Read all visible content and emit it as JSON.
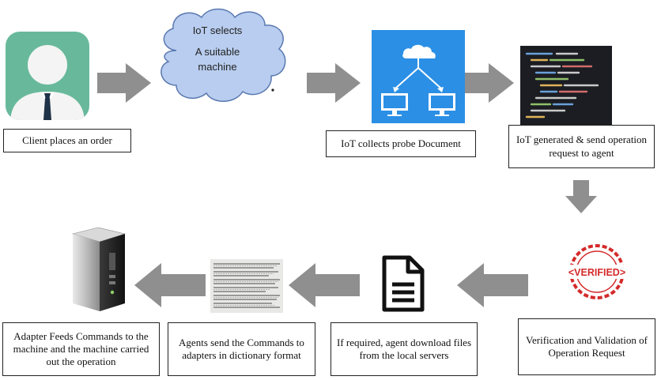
{
  "colors": {
    "arrow": "#8f8f8f",
    "cloud_fill": "#b8cdef",
    "cloud_stroke": "#5a79b0",
    "network_bg": "#2b8fe5",
    "client_bg": "#68b99b",
    "stamp_red": "#d42a2a"
  },
  "icons": {
    "client": "user-avatar-icon",
    "cloud": "cloud-icon",
    "network": "cloud-network-icon",
    "code": "code-screen-icon",
    "verified": "verified-stamp-icon",
    "document": "document-icon",
    "printout": "printed-text-icon",
    "machine": "machine-tower-icon"
  },
  "nodes": {
    "client": "Client places an order",
    "cloud": {
      "line1": "IoT selects",
      "line2": "A suitable",
      "line3": "machine"
    },
    "collect": "IoT collects probe Document",
    "generate": "IoT generated & send operation request to agent",
    "verify": "Verification and Validation of Operation Request",
    "download": "If required, agent download files from the local servers",
    "agents": "Agents send the Commands to adapters in dictionary format",
    "adapter": "Adapter Feeds Commands to the machine and the machine carried out the operation"
  },
  "stamp": {
    "text": "<VERIFIED>"
  }
}
